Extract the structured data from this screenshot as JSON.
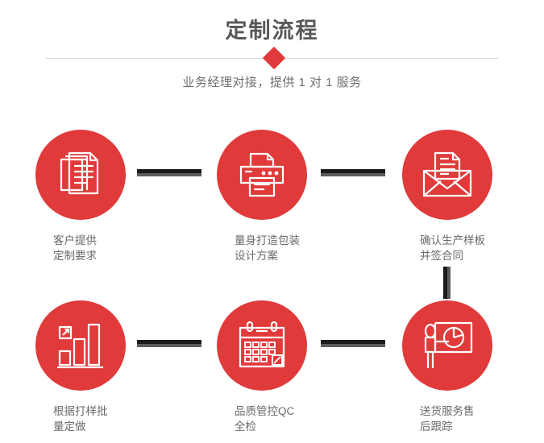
{
  "header": {
    "title": "定制流程",
    "subtitle": "业务经理对接，提供 1 对 1 服务",
    "diamond_color": "#e03a3a",
    "divider_color": "#d8d8d8",
    "title_color": "#595959"
  },
  "theme": {
    "accent": "#e03a3a",
    "connector_dark": "#1b1b1b",
    "connector_gray": "#5c5c5c",
    "label_color": "#6a6a6a",
    "background": "#ffffff"
  },
  "steps": [
    {
      "index": 1,
      "icon": "documents-stack-icon",
      "label": "客户提供\n定制要求"
    },
    {
      "index": 2,
      "icon": "printer-icon",
      "label": "量身打造包装\n设计方案"
    },
    {
      "index": 3,
      "icon": "envelope-document-icon",
      "label": "确认生产样板\n并签合同"
    },
    {
      "index": 4,
      "icon": "bar-chart-growth-icon",
      "label": "根据打样批\n量定做"
    },
    {
      "index": 5,
      "icon": "calendar-check-icon",
      "label": "品质管控QC\n全检"
    },
    {
      "index": 6,
      "icon": "presenter-chart-icon",
      "label": "送货服务售\n后跟踪"
    }
  ],
  "connectors": [
    {
      "id": "h1",
      "orientation": "horizontal",
      "from": 1,
      "to": 2
    },
    {
      "id": "h2",
      "orientation": "horizontal",
      "from": 2,
      "to": 3
    },
    {
      "id": "v1",
      "orientation": "vertical",
      "from": 3,
      "to": 6
    },
    {
      "id": "h3",
      "orientation": "horizontal",
      "from": 4,
      "to": 5
    },
    {
      "id": "h4",
      "orientation": "horizontal",
      "from": 5,
      "to": 6
    }
  ]
}
